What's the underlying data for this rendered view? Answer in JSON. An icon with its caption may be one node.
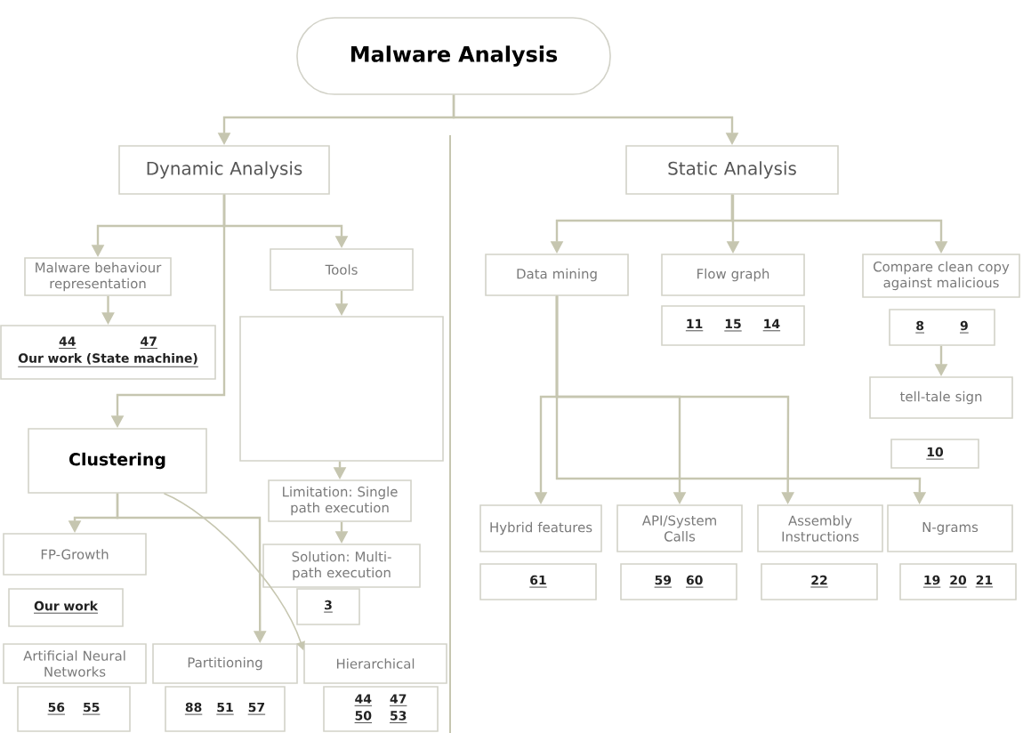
{
  "diagram": {
    "nodes": [
      {
        "text": [
          "Malware Analysis"
        ]
      },
      {
        "text": [
          "Dynamic Analysis"
        ]
      },
      {
        "text": [
          "Static Analysis"
        ]
      },
      {
        "text": [
          "Malware behaviour representation"
        ]
      },
      {
        "text": [
          "44",
          "47",
          "Our work (State machine)"
        ]
      },
      {
        "text": [
          "Tools"
        ]
      },
      {
        "text": [],
        "shape": "box"
      },
      {
        "text": [
          "Clustering"
        ]
      },
      {
        "text": [
          "Limitation: Single path execution"
        ]
      },
      {
        "text": [
          "Solution: Multi-path execution"
        ]
      },
      {
        "text": [
          "3"
        ]
      },
      {
        "text": [
          "FP-Growth"
        ]
      },
      {
        "text": [
          "Our work"
        ]
      },
      {
        "text": [
          "Artificial Neural Networks"
        ]
      },
      {
        "text": [
          "56",
          "55"
        ]
      },
      {
        "text": [
          "Partitioning"
        ]
      },
      {
        "text": [
          "88",
          "51",
          "57"
        ]
      },
      {
        "text": [
          "Hierarchical"
        ]
      },
      {
        "text": [
          "44",
          "47",
          "50",
          "53"
        ]
      },
      {
        "text": [
          "Data mining"
        ]
      },
      {
        "text": [
          "Flow graph"
        ]
      },
      {
        "text": [
          "Compare clean copy against malicious"
        ]
      },
      {
        "text": [
          "11",
          "15",
          "14"
        ]
      },
      {
        "text": [
          "8",
          "9"
        ]
      },
      {
        "text": [
          "tell-tale sign"
        ]
      },
      {
        "text": [
          "10"
        ]
      },
      {
        "text": [
          "Hybrid features"
        ]
      },
      {
        "text": [
          "API/System Calls"
        ]
      },
      {
        "text": [
          "Assembly Instructions"
        ]
      },
      {
        "text": [
          "N-grams"
        ]
      },
      {
        "text": [
          "61"
        ]
      },
      {
        "text": [
          "59",
          "60"
        ]
      },
      {
        "text": [
          "22"
        ]
      },
      {
        "text": [
          "19",
          "20",
          "21"
        ]
      }
    ],
    "edges": [
      {
        "from": 0,
        "to": 1,
        "arrow": "to"
      },
      {
        "from": 0,
        "to": 2,
        "arrow": "to"
      },
      {
        "from": 1,
        "to": 3,
        "arrow": "to"
      },
      {
        "from": 1,
        "to": 5,
        "arrow": "to"
      },
      {
        "from": 1,
        "to": 7,
        "arrow": "to"
      },
      {
        "from": 3,
        "to": 4,
        "arrow": "to"
      },
      {
        "from": 5,
        "to": 6,
        "arrow": "to"
      },
      {
        "from": 6,
        "to": 8,
        "arrow": "to"
      },
      {
        "from": 8,
        "to": 9,
        "arrow": "to"
      },
      {
        "from": 7,
        "to": 11,
        "arrow": "to"
      },
      {
        "from": 7,
        "to": 15,
        "arrow": "to"
      },
      {
        "from": 7,
        "to": 17,
        "arrow": "to"
      },
      {
        "from": 2,
        "to": 19,
        "arrow": "to"
      },
      {
        "from": 2,
        "to": 20,
        "arrow": "to"
      },
      {
        "from": 2,
        "to": 21,
        "arrow": "to"
      },
      {
        "from": 23,
        "to": 24,
        "arrow": "to"
      },
      {
        "from": 19,
        "to": 26,
        "arrow": "to"
      },
      {
        "from": 19,
        "to": 27,
        "arrow": "to"
      },
      {
        "from": 19,
        "to": 28,
        "arrow": "to"
      },
      {
        "from": 19,
        "to": 29,
        "arrow": "to"
      }
    ]
  }
}
